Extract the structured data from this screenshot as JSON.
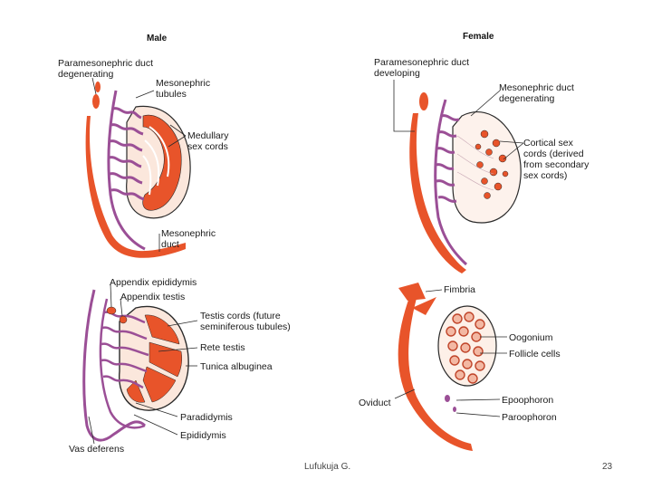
{
  "headers": {
    "male": "Male",
    "female": "Female"
  },
  "labels": {
    "paramesonephric_degenerating": "Paramesonephric duct\ndegenerating",
    "mesonephric_tubules": "Mesonephric\ntubules",
    "medullary_sex_cords": "Medullary\nsex cords",
    "mesonephric_duct": "Mesonephric\nduct",
    "paramesonephric_developing": "Paramesonephric duct\ndeveloping",
    "mesonephric_degenerating": "Mesonephric duct\ndegenerating",
    "cortical_sex_cords": "Cortical sex\ncords (derived\nfrom secondary\nsex cords)",
    "appendix_epididymis": "Appendix epididymis",
    "appendix_testis": "Appendix testis",
    "testis_cords": "Testis cords (future\nseminiferous tubules)",
    "rete_testis": "Rete testis",
    "tunica_albuginea": "Tunica albuginea",
    "paradidymis": "Paradidymis",
    "epididymis": "Epididymis",
    "vas_deferens": "Vas deferens",
    "fimbria": "Fimbria",
    "oogonium": "Oogonium",
    "follicle_cells": "Follicle cells",
    "oviduct": "Oviduct",
    "epoophoron": "Epoophoron",
    "paroophoron": "Paroophoron"
  },
  "footer": {
    "author": "Lufukuja G.",
    "page_number": "23"
  },
  "colors": {
    "duct_orange": "#e8542a",
    "purple": "#9b4f96",
    "outline": "#2a2a2a",
    "cell_fill": "#f3b8a3"
  }
}
